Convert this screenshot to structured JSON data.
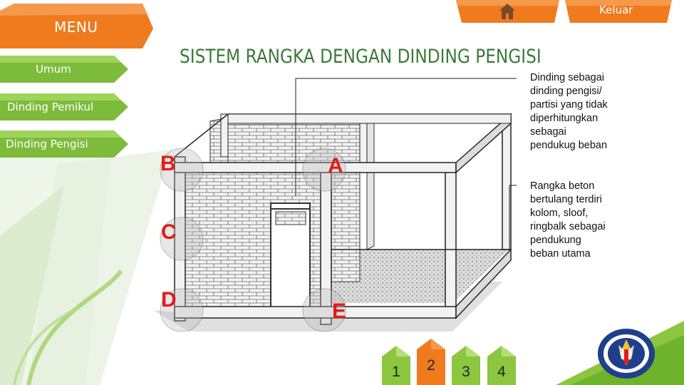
{
  "app": {
    "title": "SISTEM RANGKA DENGAN DINDING PENGISI"
  },
  "header": {
    "exit_label": "Keluar",
    "home_icon": "home-icon"
  },
  "sidebar": {
    "menu_title": "MENU",
    "items": [
      {
        "label": "Umum"
      },
      {
        "label": "Dinding Pemikul"
      },
      {
        "label": "Dinding Pengisi"
      }
    ]
  },
  "notes": {
    "infill": "Dinding sebagai\ndinding pengisi/\npartisi yang tidak\ndiperhitungkan\nsebagai\npendukug beban",
    "frame": "Rangka beton\nbertulang terdiri\nkolom, sloof,\nringbalk sebagai\npendukung\nbeban utama"
  },
  "markers": [
    "A",
    "B",
    "C",
    "D",
    "E"
  ],
  "pagination": {
    "pages": [
      "1",
      "2",
      "3",
      "4"
    ],
    "active": "2"
  },
  "colors": {
    "accent_orange": "#f07a1e",
    "accent_green": "#8cc63f",
    "title_green": "#3a7a3a",
    "marker_red": "#e31b1b"
  }
}
